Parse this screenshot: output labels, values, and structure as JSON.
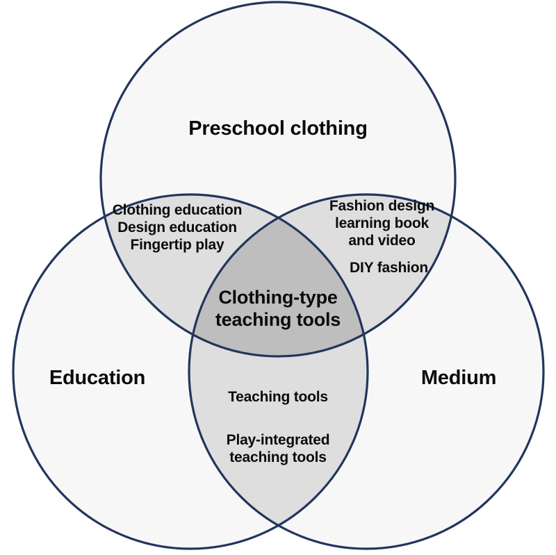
{
  "figure": {
    "type": "venn-diagram-3-set",
    "background_color": "#ffffff",
    "stroke_color": "#22365C",
    "fill_base_color": "#F7F7F7",
    "fill_pair_color": "#DEDEDE",
    "fill_core_color": "#BEBEBE"
  },
  "sets": {
    "top": {
      "label": "Preschool clothing"
    },
    "left": {
      "label": "Education"
    },
    "right": {
      "label": "Medium"
    }
  },
  "regions": {
    "top_left": {
      "name": "Preschool clothing ∩ Education",
      "items_text": "Clothing education\nDesign education\nFingertip play",
      "items": [
        "Clothing education",
        "Design education",
        "Fingertip play"
      ]
    },
    "top_right": {
      "name": "Preschool clothing ∩ Medium",
      "items_text": "Fashion design\nlearning book\nand video",
      "items_extra_text": "DIY fashion",
      "items": [
        "Fashion design learning book and video",
        "DIY fashion"
      ]
    },
    "bottom": {
      "name": "Education ∩ Medium",
      "items_text": "Teaching tools",
      "items_extra_text": "Play-integrated\nteaching tools",
      "items": [
        "Teaching tools",
        "Play-integrated teaching tools"
      ]
    },
    "center": {
      "name": "All three sets",
      "label_text": "Clothing-type\nteaching tools"
    }
  }
}
